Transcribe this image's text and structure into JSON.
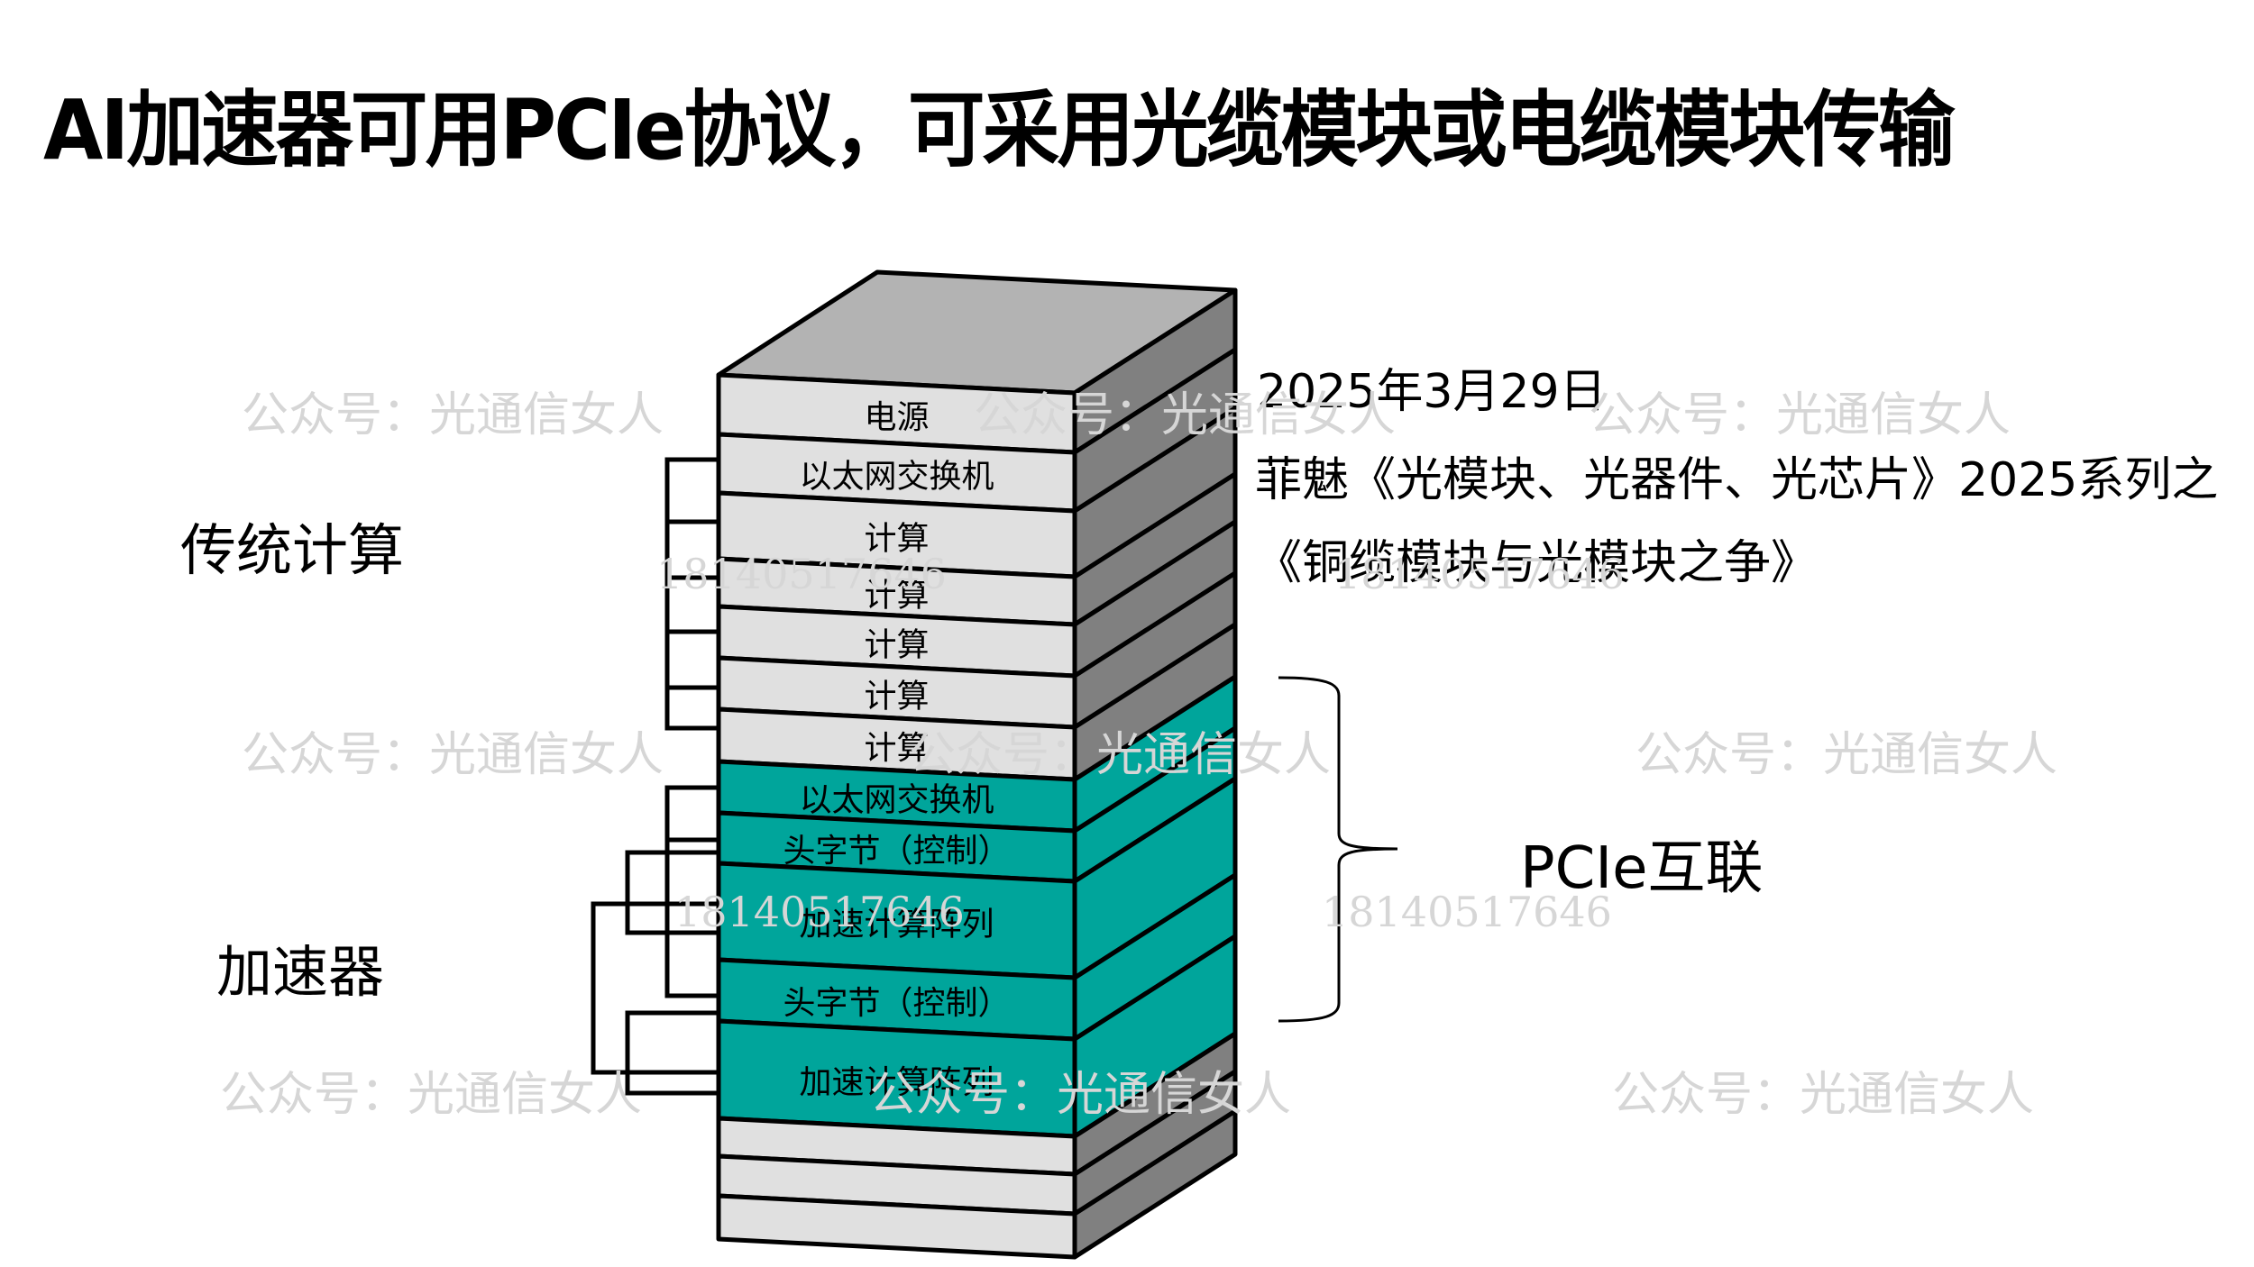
{
  "title": "AI加速器可用PCIe协议，可采用光缆模块或电缆模块传输",
  "labels": {
    "traditional_compute": "传统计算",
    "accelerator": "加速器",
    "pcie_interconnect": "PCIe互联"
  },
  "notes": {
    "date": "2025年3月29日",
    "series": "菲魅《光模块、光器件、光芯片》2025系列之",
    "article": "《铜缆模块与光模块之争》"
  },
  "rack": {
    "colors": {
      "front_gray": "#e0e0e0",
      "side_gray": "#808080",
      "top_gray": "#b3b3b3",
      "teal": "#00a59b",
      "outline": "#000000"
    },
    "rows": [
      {
        "label": "电源",
        "group": "traditional"
      },
      {
        "label": "以太网交换机",
        "group": "traditional"
      },
      {
        "label": "计算",
        "group": "traditional"
      },
      {
        "label": "计算",
        "group": "traditional"
      },
      {
        "label": "计算",
        "group": "traditional"
      },
      {
        "label": "计算",
        "group": "traditional"
      },
      {
        "label": "计算",
        "group": "traditional"
      },
      {
        "label": "以太网交换机",
        "group": "accelerator"
      },
      {
        "label": "头字节（控制）",
        "group": "accelerator"
      },
      {
        "label": "加速计算阵列",
        "group": "accelerator"
      },
      {
        "label": "头字节（控制）",
        "group": "accelerator"
      },
      {
        "label": "加速计算阵列",
        "group": "accelerator"
      },
      {
        "label": "",
        "group": "empty"
      },
      {
        "label": "",
        "group": "empty"
      },
      {
        "label": "",
        "group": "empty"
      }
    ]
  },
  "watermarks": {
    "account": "公众号：光通信女人",
    "number": "18140517646"
  }
}
